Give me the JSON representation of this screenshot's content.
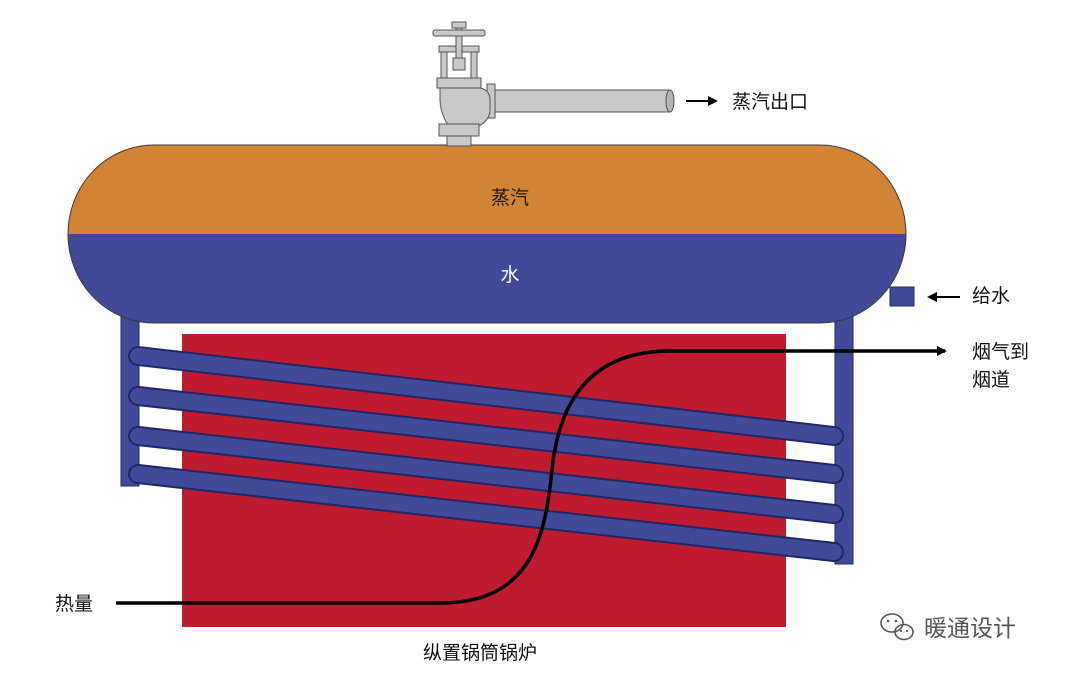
{
  "title": "纵置锅筒锅炉",
  "labels": {
    "steam_outlet": "蒸汽出口",
    "steam": "蒸汽",
    "water": "水",
    "feedwater": "给水",
    "flue_gas_line1": "烟气到",
    "flue_gas_line2": "烟道",
    "heat": "热量"
  },
  "watermark": {
    "text": "暖通设计",
    "icon": "wechat-icon"
  },
  "colors": {
    "steam": "#d08434",
    "water": "#414a99",
    "furnace": "#bf1b2e",
    "pipe": "#c9c9c9",
    "flow_line": "#000000"
  }
}
